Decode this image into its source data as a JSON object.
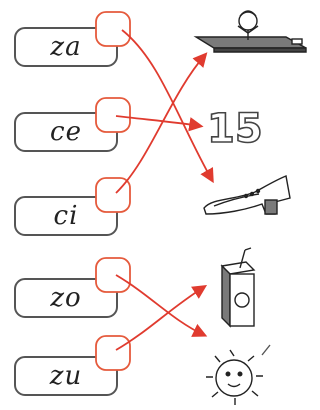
{
  "exercise": {
    "syllables": [
      "za",
      "ce",
      "ci",
      "zo",
      "zu"
    ],
    "pictures": [
      "zapping-board-icon",
      "fifteen-number-icon",
      "shoe-icon",
      "juice-box-icon",
      "sun-icon"
    ],
    "picture_texts": {
      "number": "15"
    },
    "connections": [
      {
        "from": "za",
        "to": "shoe"
      },
      {
        "from": "ce",
        "to": "fifteen"
      },
      {
        "from": "ci",
        "to": "board"
      },
      {
        "from": "zo",
        "to": "sun"
      },
      {
        "from": "zu",
        "to": "juice-box"
      }
    ],
    "colors": {
      "line": "#e03b2f",
      "circle": "#e55a3c",
      "box_border": "#555555"
    }
  }
}
